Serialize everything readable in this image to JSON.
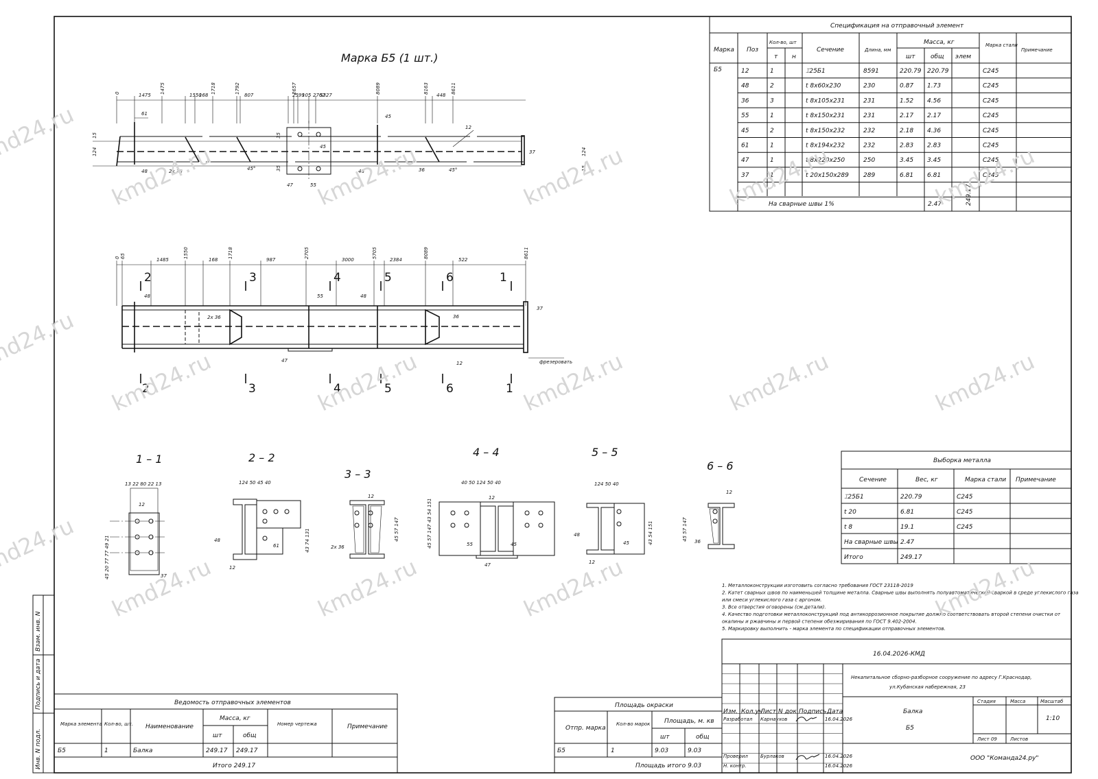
{
  "drawing_title": "Марка Б5 (1 шт.)",
  "watermark": "kmd24.ru",
  "elevation_dims": [
    "0",
    "1475",
    "1475",
    "1550",
    "168",
    "1718",
    "1792",
    "807",
    "2599",
    "2657",
    "105",
    "2762",
    "5327",
    "8089",
    "8163",
    "448",
    "8611"
  ],
  "plan_dims": [
    "0",
    "65",
    "1485",
    "1550",
    "168",
    "1718",
    "987",
    "2705",
    "3000",
    "5705",
    "2384",
    "8089",
    "522",
    "8611"
  ],
  "dim_side": [
    "124",
    "35",
    "35",
    "35",
    "35",
    "124",
    "15",
    "15"
  ],
  "pos_labels": {
    "p12": "12",
    "p37": "37",
    "p36": "36",
    "p45": "45",
    "p47": "47",
    "p48": "48",
    "p55": "55",
    "p61": "61",
    "twox36": "2х 36",
    "deg45": "45°"
  },
  "cut_marks": [
    "1",
    "2",
    "3",
    "4",
    "5",
    "6"
  ],
  "mill_note": "фрезеровать",
  "section_titles": [
    "1 – 1",
    "2 – 2",
    "3 – 3",
    "4 – 4",
    "5 – 5",
    "6 – 6"
  ],
  "section_dims": {
    "s1_top": "13 22 80 22 13",
    "s1_side": "45 20 77 77 49 21",
    "s2_top": "124 50 45 40",
    "s2_side": "43 74 131",
    "s3_side": "45 57 147",
    "s4_top": "40 50 124 50 40",
    "s4_side": "45 57 147 43 54 151",
    "s5_top": "124 50 40",
    "s5_side": "43 54 151",
    "s6_side": "45 57 147"
  },
  "spec": {
    "title": "Спецификация на отправочный элемент",
    "headers": {
      "marka": "Марка",
      "poz": "Поз",
      "kolvo": "Кол-во, шт",
      "t": "т",
      "n": "н",
      "sech": "Сечение",
      "dlina": "Длина, мм",
      "massa": "Масса, кг",
      "sht": "шт",
      "obsh": "общ",
      "elem": "элем",
      "marka_stali": "Марка стали",
      "prim": "Примечание"
    },
    "mark": "Б5",
    "rows": [
      {
        "poz": "12",
        "t": "1",
        "sech": "⌶25Б1",
        "len": "8591",
        "sht": "220.79",
        "obsh": "220.79",
        "steel": "С245"
      },
      {
        "poz": "48",
        "t": "2",
        "sech": "t 8x60x230",
        "len": "230",
        "sht": "0.87",
        "obsh": "1.73",
        "steel": "С245"
      },
      {
        "poz": "36",
        "t": "3",
        "sech": "t 8x105x231",
        "len": "231",
        "sht": "1.52",
        "obsh": "4.56",
        "steel": "С245"
      },
      {
        "poz": "55",
        "t": "1",
        "sech": "t 8x150x231",
        "len": "231",
        "sht": "2.17",
        "obsh": "2.17",
        "steel": "С245"
      },
      {
        "poz": "45",
        "t": "2",
        "sech": "t 8x150x232",
        "len": "232",
        "sht": "2.18",
        "obsh": "4.36",
        "steel": "С245"
      },
      {
        "poz": "61",
        "t": "1",
        "sech": "t 8x194x232",
        "len": "232",
        "sht": "2.83",
        "obsh": "2.83",
        "steel": "С245"
      },
      {
        "poz": "47",
        "t": "1",
        "sech": "t 8x220x250",
        "len": "250",
        "sht": "3.45",
        "obsh": "3.45",
        "steel": "С245"
      },
      {
        "poz": "37",
        "t": "1",
        "sech": "t 20x150x289",
        "len": "289",
        "sht": "6.81",
        "obsh": "6.81",
        "steel": "С245"
      }
    ],
    "weld_label": "На сварные швы 1%",
    "weld_value": "2.47",
    "elem_total": "249.17"
  },
  "metal": {
    "title": "Выборка металла",
    "headers": {
      "sech": "Сечение",
      "ves": "Вес, кг",
      "steel": "Марка стали",
      "prim": "Примечание"
    },
    "rows": [
      {
        "sech": "⌶25Б1",
        "ves": "220.79",
        "steel": "С245"
      },
      {
        "sech": "t 20",
        "ves": "6.81",
        "steel": "С245"
      },
      {
        "sech": "t 8",
        "ves": "19.1",
        "steel": "С245"
      },
      {
        "sech": "На сварные швы",
        "ves": "2.47",
        "steel": ""
      },
      {
        "sech": "Итого",
        "ves": "249.17",
        "steel": ""
      }
    ]
  },
  "notes": [
    "1. Металлоконструкции изготовить согласно требования ГОСТ 23118-2019",
    "2. Катет сварных швов по наименьшей толщине металла. Сварные швы выполнять полуавтоматической сваркой в среде углекислого газа",
    "или смеси углекислого газа с аргоном.",
    "3. Все отверстия оговорены (см.детали).",
    "4. Качество подготовки металлоконструкций под антикоррозионное покрытие должно соответствовать второй степени очистки от",
    "окалины и  ржавчины и первой степени обезжиривания по ГОСТ 9.402-2004.",
    "5. Маркировку выполнить - марка элемента по спецификации отправочных элементов."
  ],
  "vedomost": {
    "title": "Ведомость отправочных элементов",
    "headers": {
      "mark": "Марка элемента",
      "kol": "Кол-во, шт.",
      "name": "Наименование",
      "massa": "Масса, кг",
      "sht": "шт",
      "obsh": "общ",
      "nomer": "Номер чертежа",
      "prim": "Примечание"
    },
    "row": {
      "mark": "Б5",
      "kol": "1",
      "name": "Балка",
      "sht": "249.17",
      "obsh": "249.17"
    },
    "total": "Итого  249.17"
  },
  "paint": {
    "title": "Площадь окраски",
    "headers": {
      "mark": "Отпр. марка",
      "kol": "Кол-во марок",
      "area": "Площадь, м. кв",
      "sht": "шт",
      "obsh": "общ"
    },
    "row": {
      "mark": "Б5",
      "kol": "1",
      "sht": "9.03",
      "obsh": "9.03"
    },
    "total": "Площадь итого  9.03"
  },
  "stamp": {
    "code": "16.04.2026-КМД",
    "project": "Некапитальное сборно-разборное сооружение по адресу Г.Краснодар,",
    "project2": "ул.Кубанская набережная, 23",
    "h_izm": "Изм.",
    "h_kol": "Кол.уч",
    "h_list": "Лист",
    "h_ndok": "N док",
    "h_podp": "Подпись",
    "h_data": "Дата",
    "razrab_label": "Разработал",
    "razrab_name": "Карнаухов",
    "razrab_date": "16.04.2026",
    "prov_label": "Проверил",
    "prov_name": "Бурлаков",
    "prov_date": "16.04.2026",
    "nkontr_label": "Н. контр.",
    "nkontr_date": "16.04.2026",
    "element": "Балка",
    "element_mark": "Б5",
    "stadiya": "Стадия",
    "massa": "Масса",
    "masshtab": "Масштаб",
    "scale": "1:10",
    "list": "Лист 09",
    "listov": "Листов",
    "company": "ООО \"Команда24.ру\""
  },
  "side_labels": {
    "vzam": "Взам. инв. N",
    "podp": "Подпись и дата",
    "inv": "Инв. N подл."
  }
}
